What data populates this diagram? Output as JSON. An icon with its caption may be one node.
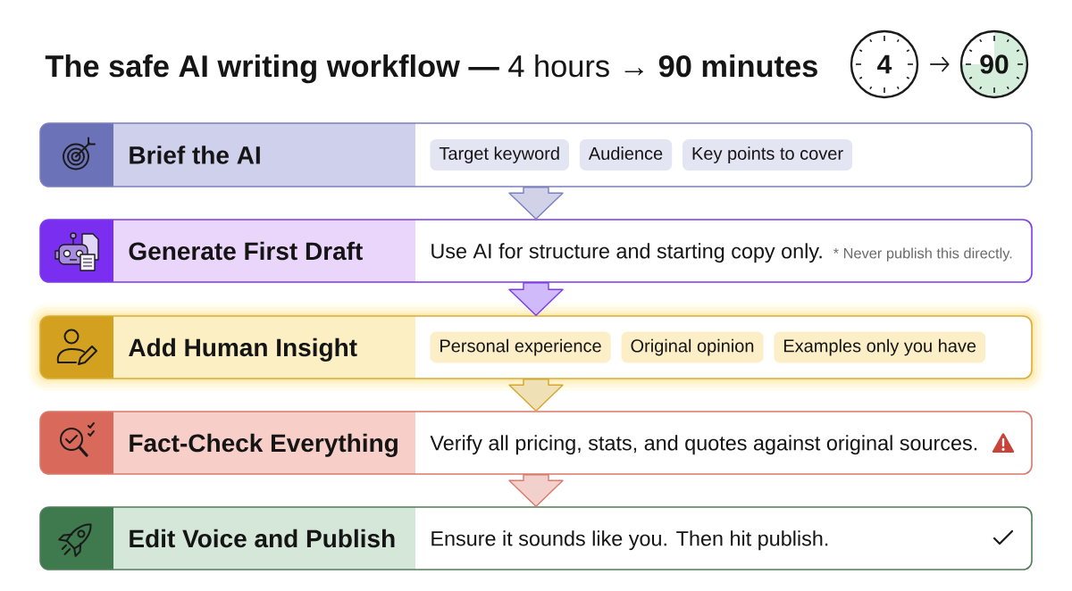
{
  "diagram": {
    "title": "**The safe AI writing workflow —** 4 hours → **90 minutes**",
    "nodes": [
      {
        "text": [
          "4"
        ]
      },
      {
        "text": [
          "90"
        ]
      },
      {
        "text": [
          "Brief the AI"
        ]
      },
      {
        "text": [
          "Target keyword"
        ],
        "in": 2
      },
      {
        "text": [
          "Audience"
        ],
        "in": 2
      },
      {
        "text": [
          "Key points to cover"
        ],
        "in": 2
      },
      {
        "text": [
          "Generate First Draft",
          "Use AI for structure and starting copy only.",
          "* Never publish this directly."
        ]
      },
      {
        "text": [
          "Add Human Insight"
        ]
      },
      {
        "text": [
          "Personal experience"
        ],
        "in": 7
      },
      {
        "text": [
          "Original opinion"
        ],
        "in": 7
      },
      {
        "text": [
          "Examples only you have"
        ],
        "in": 7
      },
      {
        "text": [
          "Fact-Check Everything",
          "Verify all pricing, stats, and quotes against original sources."
        ]
      },
      {
        "text": [
          "Edit Voice and Publish",
          "Ensure it sounds like you. Then hit publish."
        ]
      }
    ],
    "edges": [
      {
        "from": 0,
        "to": 1,
        "arrow": "to"
      },
      {
        "from": 2,
        "to": 6,
        "arrow": "to",
        "style": "thick",
        "color": "#7b7fbd"
      },
      {
        "from": 6,
        "to": 7,
        "arrow": "to",
        "style": "thick",
        "color": "#7c3aed"
      },
      {
        "from": 7,
        "to": 11,
        "arrow": "to",
        "style": "thick",
        "color": "#d4a72c"
      },
      {
        "from": 11,
        "to": 12,
        "arrow": "to",
        "style": "thick",
        "color": "#d97a6c"
      }
    ]
  }
}
